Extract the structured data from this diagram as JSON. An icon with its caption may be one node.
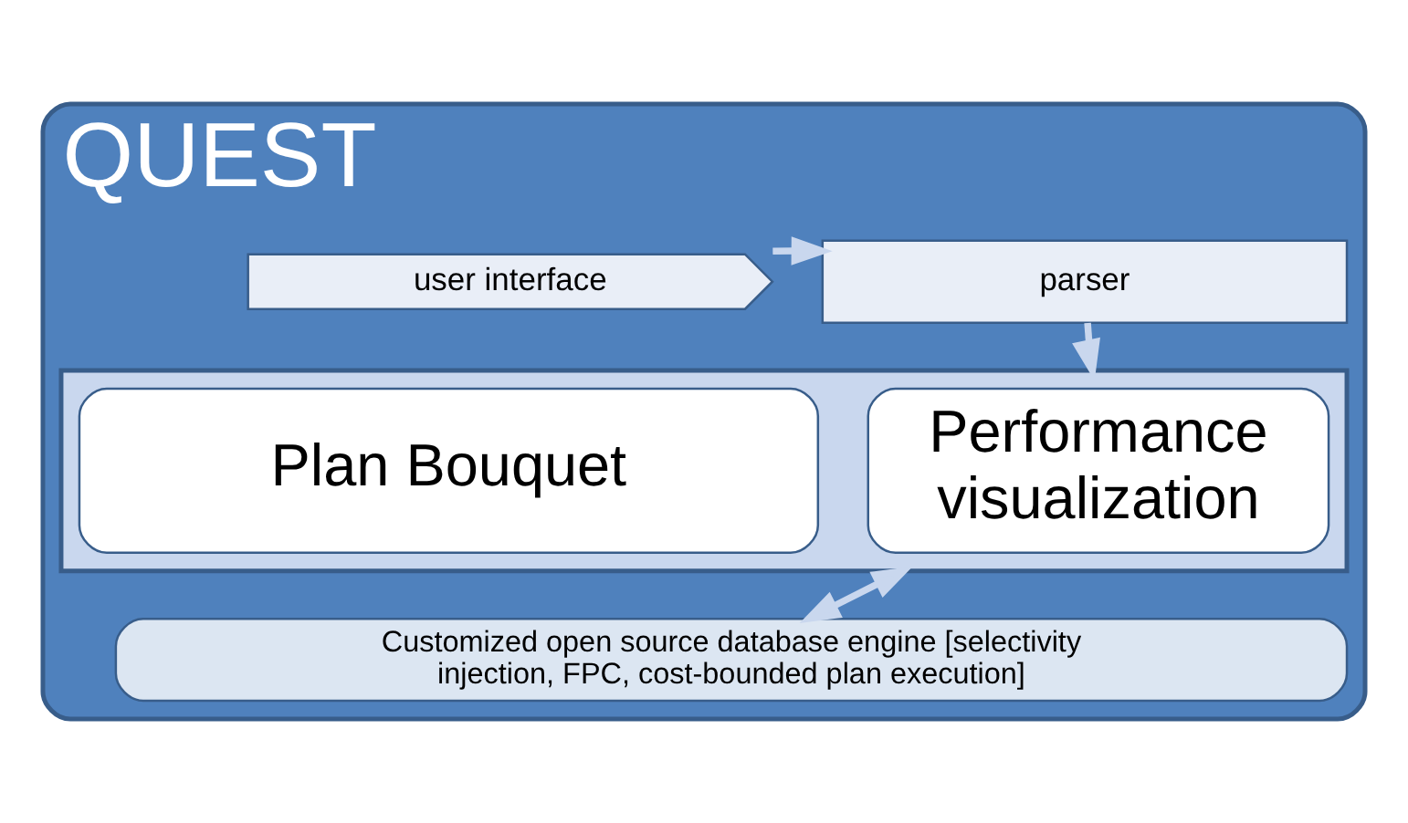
{
  "diagram": {
    "nodes": [
      {
        "text": [
          "QUEST"
        ]
      },
      {
        "text": [
          "user interface"
        ],
        "in": 0
      },
      {
        "text": [
          "parser"
        ],
        "in": 0
      },
      {
        "text": [],
        "shape": "box",
        "in": 0
      },
      {
        "text": [
          "Plan Bouquet"
        ],
        "in": 3
      },
      {
        "text": [
          "Performance visualization"
        ],
        "in": 3
      },
      {
        "text": [
          "Customized open source database engine [selectivity injection, FPC, cost-bounded plan execution]"
        ],
        "in": 0
      }
    ],
    "edges": [
      {
        "from": 1,
        "to": 2,
        "arrow": "to"
      },
      {
        "from": 2,
        "to": 3,
        "arrow": "to"
      },
      {
        "from": 3,
        "to": 6,
        "arrow": "both"
      }
    ]
  }
}
